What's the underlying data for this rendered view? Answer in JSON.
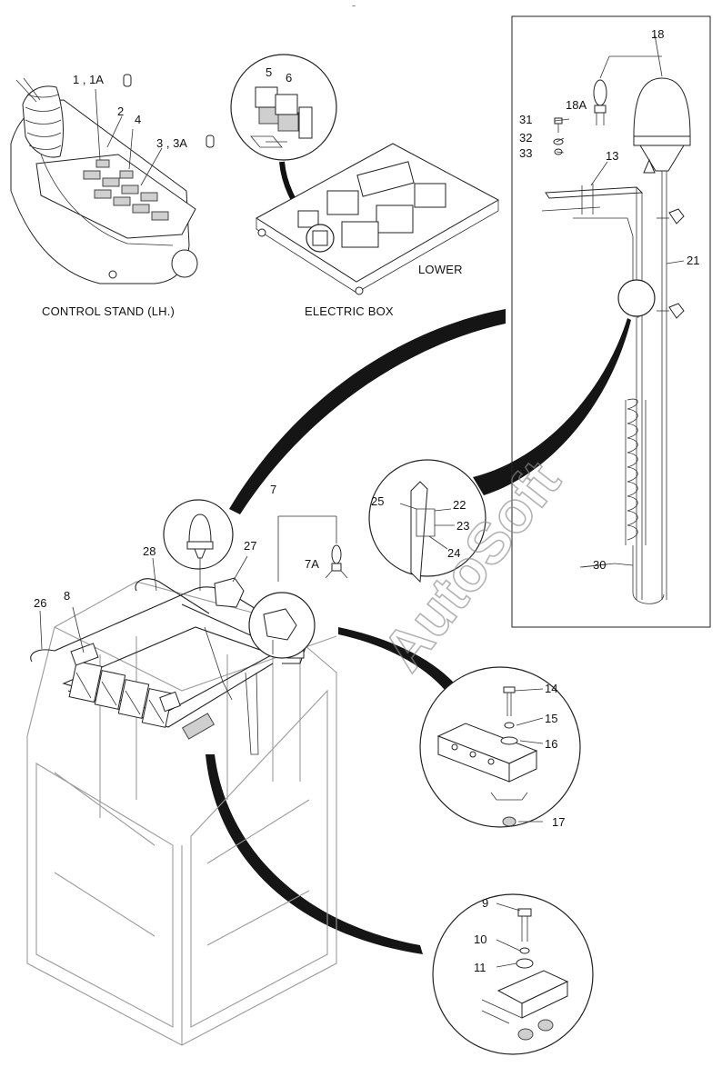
{
  "captions": {
    "control_stand": "CONTROL STAND (LH.)",
    "electric_box": "ELECTRIC BOX",
    "lower": "LOWER"
  },
  "watermark": "AutoSoft",
  "callouts": {
    "c1_1a": "1 , 1A",
    "c2": "2",
    "c4": "4",
    "c3_3a": "3 , 3A",
    "c5": "5",
    "c6": "6",
    "c18": "18",
    "c18a": "18A",
    "c31": "31",
    "c32": "32",
    "c33": "33",
    "c13": "13",
    "c21": "21",
    "c30": "30",
    "c7": "7",
    "c7a": "7A",
    "c25": "25",
    "c22": "22",
    "c23": "23",
    "c24": "24",
    "c28": "28",
    "c27": "27",
    "c26": "26",
    "c8": "8",
    "c14": "14",
    "c15": "15",
    "c16": "16",
    "c17": "17",
    "c9": "9",
    "c10": "10",
    "c11": "11"
  },
  "colors": {
    "ink": "#111111",
    "cab_outline": "#9a9a9a",
    "paper": "#ffffff"
  }
}
